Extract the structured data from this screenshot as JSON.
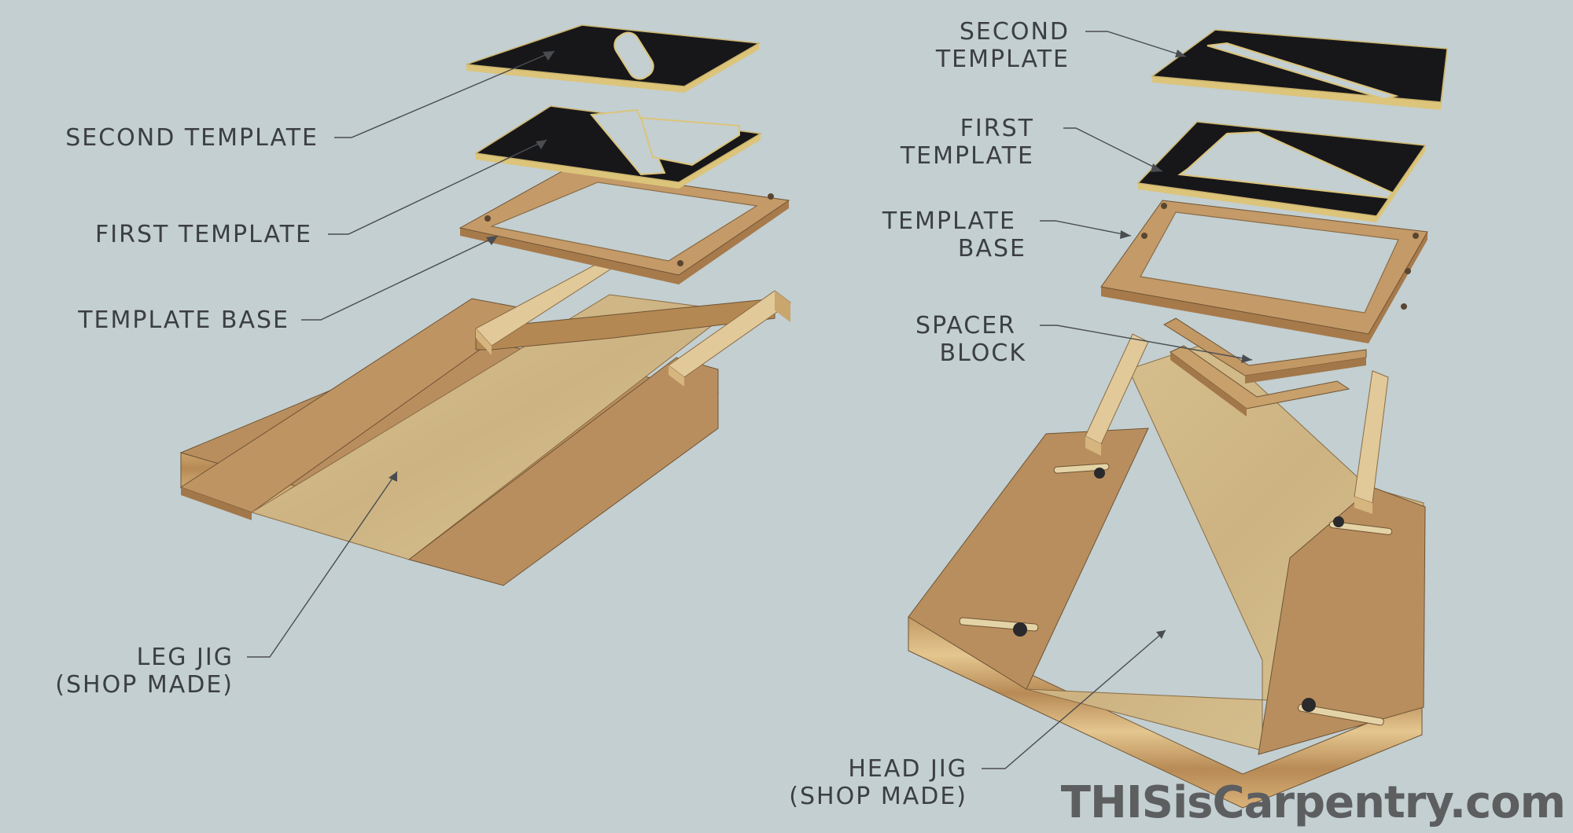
{
  "left_assembly": {
    "labels": {
      "second_template": "SECOND TEMPLATE",
      "first_template": "FIRST TEMPLATE",
      "template_base": "TEMPLATE BASE",
      "jig_line1": "LEG JIG",
      "jig_line2": "(SHOP MADE)"
    }
  },
  "right_assembly": {
    "labels": {
      "second_template_line1": "SECOND",
      "second_template_line2": "TEMPLATE",
      "first_template_line1": "FIRST",
      "first_template_line2": "TEMPLATE",
      "template_base_line1": "TEMPLATE",
      "template_base_line2": "BASE",
      "spacer_line1": "SPACER",
      "spacer_line2": "BLOCK",
      "jig_line1": "HEAD JIG",
      "jig_line2": "(SHOP MADE)"
    }
  },
  "watermark": "THISisCarpentry.com",
  "colors": {
    "background": "#c3cfd1",
    "mdf": "#b98e5e",
    "mdf_dark": "#a27749",
    "plywood_face": "#d5be8c",
    "template_black": "#17171a",
    "template_edge": "#d8c277",
    "text": "#3c3f42"
  }
}
